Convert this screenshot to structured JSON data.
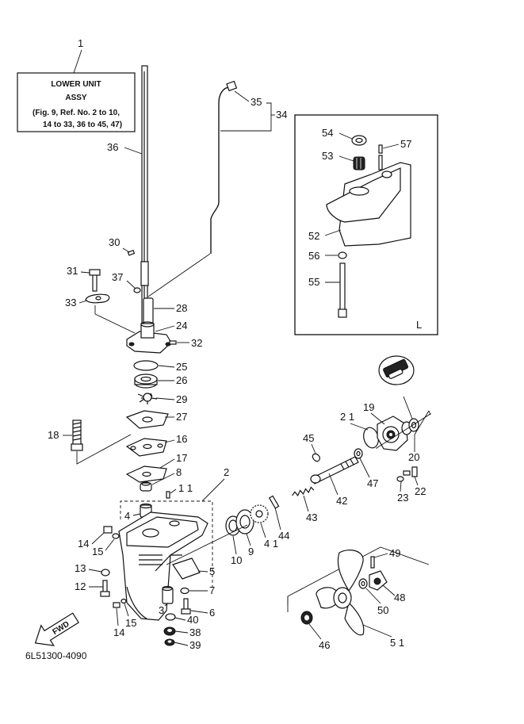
{
  "assy_box": {
    "ref": "1",
    "line1": "LOWER UNIT",
    "line2": "ASSY",
    "line3": "(Fig. 9, Ref. No. 2 to 10,",
    "line4": "14 to 33, 36 to 45, 47)"
  },
  "inset_label": "L",
  "drawing_number": "6L51300-4090",
  "fwd_label": "FWD",
  "labels": {
    "l2": "2",
    "l3": "3",
    "l4": "4",
    "l5": "5",
    "l6": "6",
    "l7": "7",
    "l8": "8",
    "l9": "9",
    "l10": "10",
    "l11": "1 1",
    "l12": "12",
    "l13": "13",
    "l14a": "14",
    "l14b": "14",
    "l15a": "15",
    "l15b": "15",
    "l16": "16",
    "l17": "17",
    "l18": "18",
    "l19": "19",
    "l20": "20",
    "l21": "2 1",
    "l22": "22",
    "l23": "23",
    "l24": "24",
    "l25": "25",
    "l26": "26",
    "l27": "27",
    "l28": "28",
    "l29": "29",
    "l30": "30",
    "l31": "31",
    "l32": "32",
    "l33": "33",
    "l34": "34",
    "l35": "35",
    "l36": "36",
    "l37": "37",
    "l38": "38",
    "l39": "39",
    "l40": "40",
    "l41": "4 1",
    "l42": "42",
    "l43": "43",
    "l44": "44",
    "l45": "45",
    "l46": "46",
    "l47": "47",
    "l48": "48",
    "l49": "49",
    "l50": "50",
    "l51": "5 1",
    "l52": "52",
    "l53": "53",
    "l54": "54",
    "l55": "55",
    "l56": "56",
    "l57": "57"
  }
}
